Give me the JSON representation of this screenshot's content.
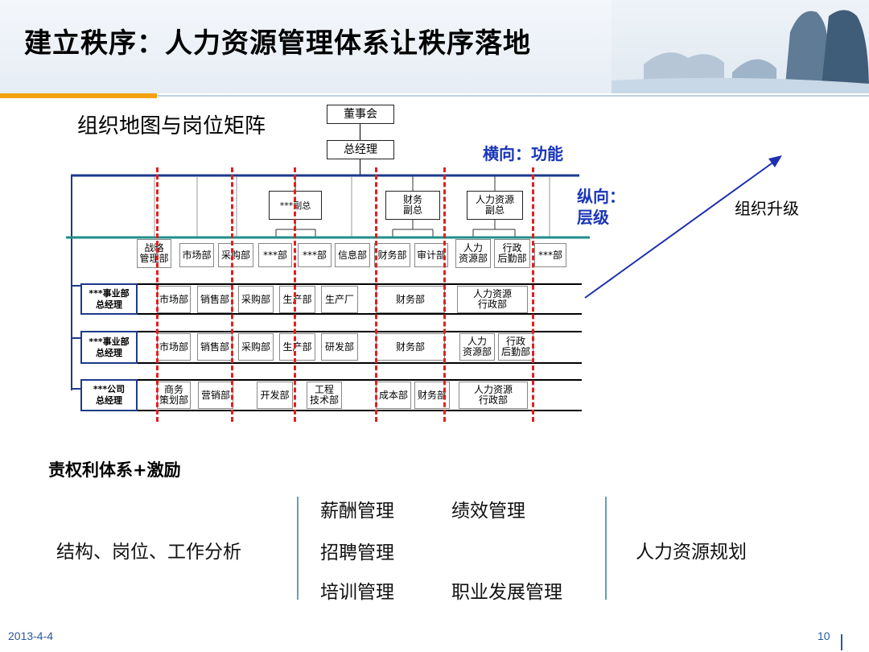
{
  "title": "建立秩序：人力资源管理体系让秩序落地",
  "section1": "组织地图与岗位矩阵",
  "top_nodes": {
    "board": "董事会",
    "gm": "总经理"
  },
  "axis": {
    "horizontal": "横向：功能",
    "vertical_1": "纵向：",
    "vertical_2": "层级",
    "upgrade": "组织升级"
  },
  "vps": {
    "vp1": "***副总",
    "vp2_1": "财务",
    "vp2_2": "副总",
    "vp3_1": "人力资源",
    "vp3_2": "副总"
  },
  "hq_depts": [
    {
      "l1": "战略",
      "l2": "管理部"
    },
    {
      "l1": "市场部",
      "l2": ""
    },
    {
      "l1": "采购部",
      "l2": ""
    },
    {
      "l1": "***部",
      "l2": ""
    },
    {
      "l1": "***部",
      "l2": ""
    },
    {
      "l1": "信息部",
      "l2": ""
    },
    {
      "l1": "财务部",
      "l2": ""
    },
    {
      "l1": "审计部",
      "l2": ""
    },
    {
      "l1": "人力",
      "l2": "资源部"
    },
    {
      "l1": "行政",
      "l2": "后勤部"
    },
    {
      "l1": "***部",
      "l2": ""
    }
  ],
  "row1": {
    "head1": "***事业部",
    "head2": "总经理",
    "depts": [
      "市场部",
      "销售部",
      "采购部",
      "生产部",
      "生产厂",
      "财务部",
      "人力资源",
      "行政部"
    ]
  },
  "row2": {
    "head1": "***事业部",
    "head2": "总经理",
    "depts": [
      "市场部",
      "销售部",
      "采购部",
      "生产部",
      "研发部",
      "财务部",
      "人力",
      "资源部",
      "行政",
      "后勤部"
    ]
  },
  "row3": {
    "head1": "***公司",
    "head2": "总经理",
    "depts": [
      "商务",
      "策划部",
      "营销部",
      "开发部",
      "工程",
      "技术部",
      "成本部",
      "财务部",
      "人力资源",
      "行政部"
    ]
  },
  "section2": "责权利体系+激励",
  "bottom": {
    "left": "结构、岗位、工作分析",
    "m1a": "薪酬管理",
    "m1b": "绩效管理",
    "m2a": "招聘管理",
    "m3a": "培训管理",
    "m3b": "职业发展管理",
    "right": "人力资源规划"
  },
  "footer": {
    "date": "2013-4-4",
    "page": "10"
  }
}
